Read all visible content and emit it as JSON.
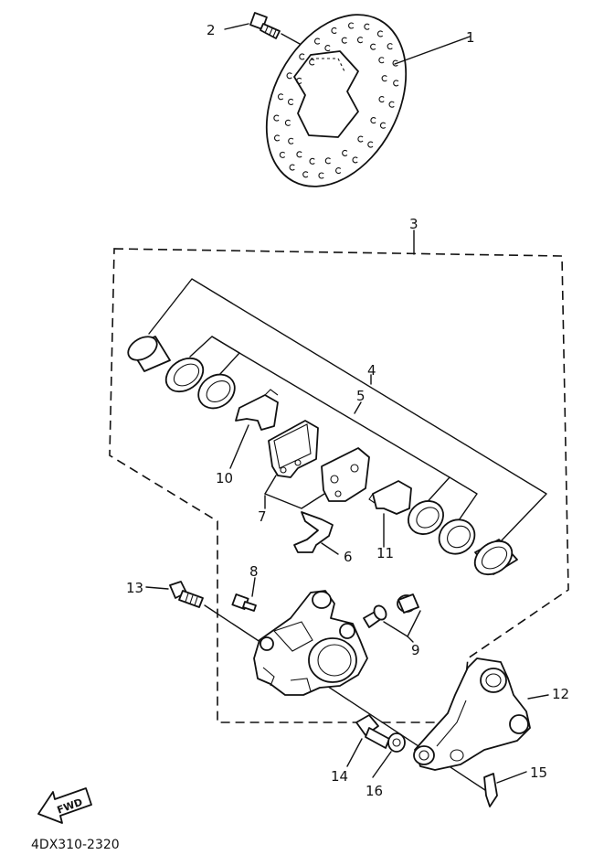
{
  "callouts": [
    {
      "id": "1",
      "label": "1"
    },
    {
      "id": "2",
      "label": "2"
    },
    {
      "id": "3",
      "label": "3"
    },
    {
      "id": "4",
      "label": "4"
    },
    {
      "id": "5",
      "label": "5"
    },
    {
      "id": "6",
      "label": "6"
    },
    {
      "id": "7",
      "label": "7"
    },
    {
      "id": "8",
      "label": "8"
    },
    {
      "id": "9",
      "label": "9"
    },
    {
      "id": "10",
      "label": "10"
    },
    {
      "id": "11",
      "label": "11"
    },
    {
      "id": "12",
      "label": "12"
    },
    {
      "id": "13",
      "label": "13"
    },
    {
      "id": "14",
      "label": "14"
    },
    {
      "id": "15",
      "label": "15"
    },
    {
      "id": "16",
      "label": "16"
    }
  ],
  "direction_badge": "FWD",
  "diagram_code": "4DX310-2320"
}
